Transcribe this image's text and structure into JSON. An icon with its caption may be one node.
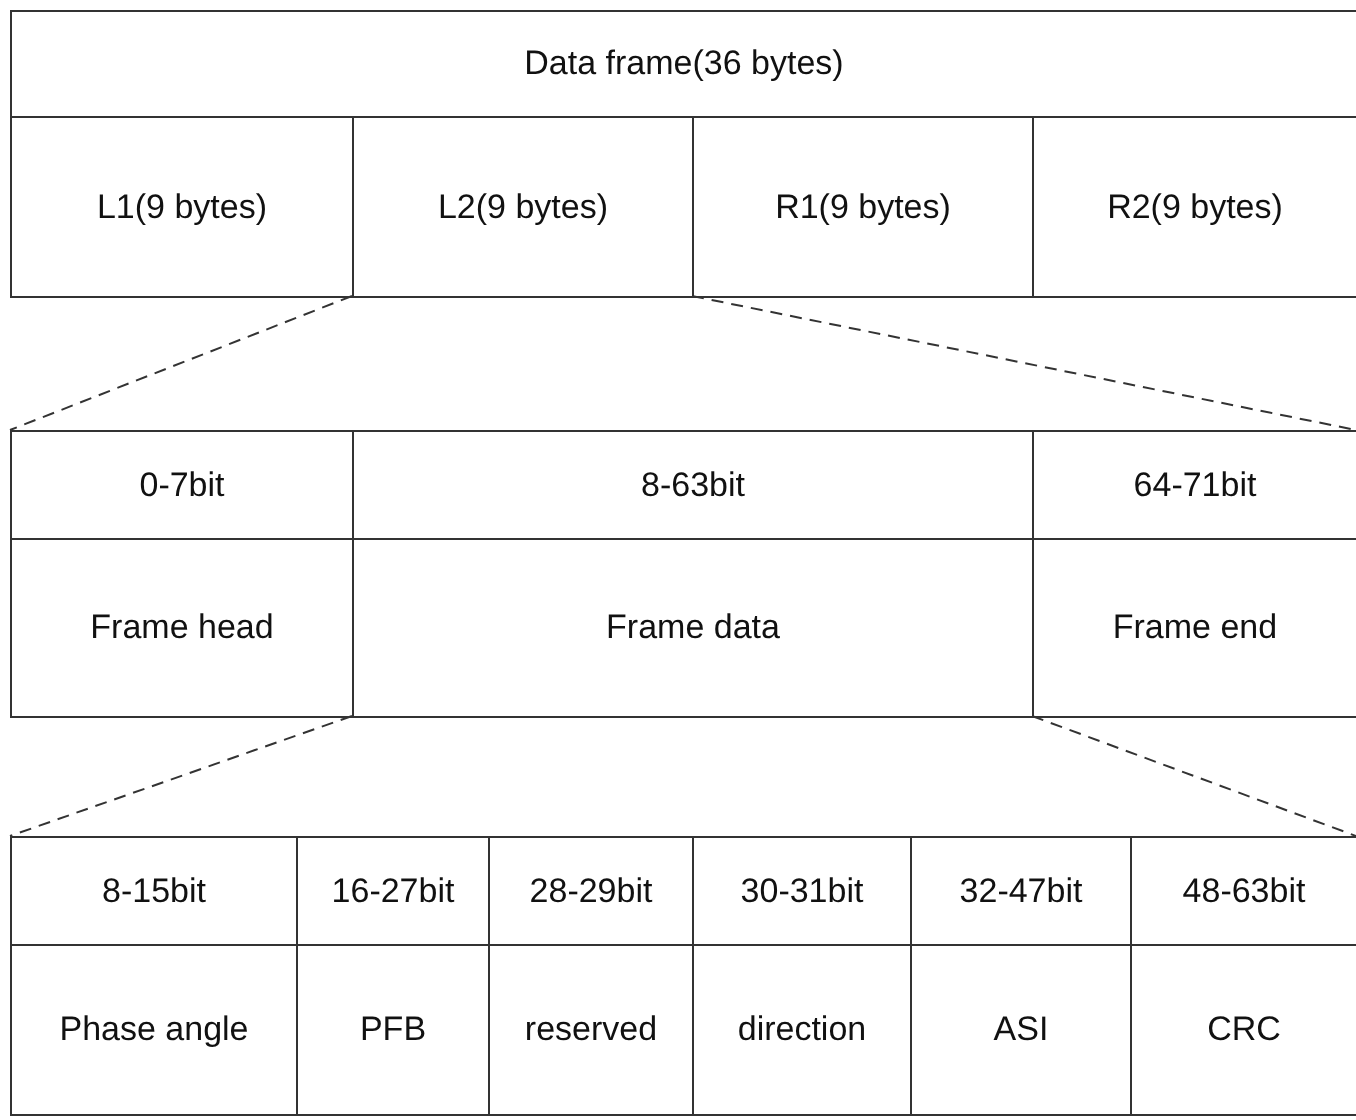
{
  "diagram": {
    "nodes": [
      {
        "text": [
          "Data frame(36 bytes)"
        ]
      },
      {
        "text": [
          "L1(9 bytes)"
        ]
      },
      {
        "text": [
          "L2(9 bytes)"
        ]
      },
      {
        "text": [
          "R1(9 bytes)"
        ]
      },
      {
        "text": [
          "R2(9 bytes)"
        ]
      },
      {
        "text": [
          "0-7bit"
        ]
      },
      {
        "text": [
          "8-63bit"
        ]
      },
      {
        "text": [
          "64-71bit"
        ]
      },
      {
        "text": [
          "Frame head"
        ]
      },
      {
        "text": [
          "Frame data"
        ]
      },
      {
        "text": [
          "Frame end"
        ]
      },
      {
        "text": [
          "8-15bit"
        ]
      },
      {
        "text": [
          "16-27bit"
        ]
      },
      {
        "text": [
          "28-29bit"
        ]
      },
      {
        "text": [
          "30-31bit"
        ]
      },
      {
        "text": [
          "32-47bit"
        ]
      },
      {
        "text": [
          "48-63bit"
        ]
      },
      {
        "text": [
          "Phase angle"
        ]
      },
      {
        "text": [
          "PFB"
        ]
      },
      {
        "text": [
          "reserved"
        ]
      },
      {
        "text": [
          "direction"
        ]
      },
      {
        "text": [
          "ASI"
        ]
      },
      {
        "text": [
          "CRC"
        ]
      }
    ],
    "edges": [
      {
        "from": 2,
        "to": 5,
        "arrow": "none",
        "style": "dashed"
      },
      {
        "from": 2,
        "to": 7,
        "arrow": "none",
        "style": "dashed"
      },
      {
        "from": 9,
        "to": 11,
        "arrow": "none",
        "style": "dashed"
      },
      {
        "from": 9,
        "to": 16,
        "arrow": "none",
        "style": "dashed"
      }
    ]
  }
}
